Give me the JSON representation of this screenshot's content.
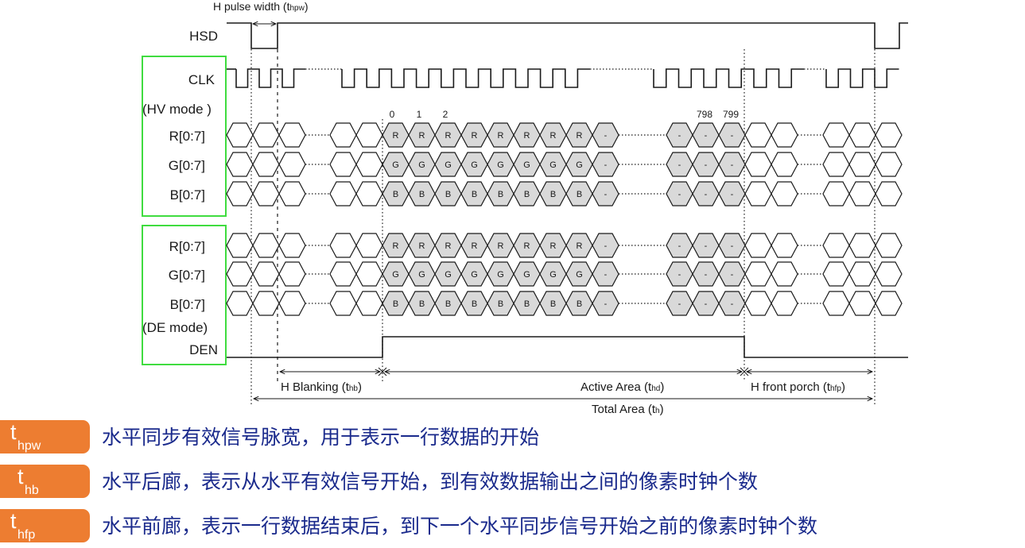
{
  "diagram": {
    "pulse_width_label": "H pulse width (t",
    "pulse_width_sub": "hpw",
    "pulse_width_close": ")",
    "signals": {
      "hsd": "HSD",
      "clk": "CLK",
      "hv_mode": "(HV mode )",
      "de_mode": "(DE mode)",
      "den": "DEN",
      "r": "R[0:7]",
      "g": "G[0:7]",
      "b": "B[0:7]"
    },
    "index_labels": [
      "0",
      "1",
      "2",
      "798",
      "799"
    ],
    "cell_letters": {
      "r": "R",
      "g": "G",
      "b": "B",
      "dash": "-"
    },
    "spans": {
      "blanking": "H Blanking (t",
      "blanking_sub": "hb",
      "blanking_close": ")",
      "active": "Active Area (t",
      "active_sub": "hd",
      "active_close": ")",
      "front": "H front porch (t",
      "front_sub": "hfp",
      "front_close": ")",
      "total": "Total Area (t",
      "total_sub": "h",
      "total_close": ")"
    },
    "colors": {
      "line": "#1a1a1a",
      "cell_fill": "#d9d9d9",
      "box": "#3fdc3f"
    }
  },
  "definitions": [
    {
      "t": "t",
      "sub": "hpw",
      "text": "水平同步有效信号脉宽，用于表示一行数据的开始"
    },
    {
      "t": "t",
      "sub": "hb",
      "text": "水平后廊，表示从水平有效信号开始，到有效数据输出之间的像素时钟个数"
    },
    {
      "t": "t",
      "sub": "hfp",
      "text": "水平前廊，表示一行数据结束后，到下一个水平同步信号开始之前的像素时钟个数"
    }
  ],
  "theme": {
    "tag_color": "#ed7d31",
    "text_color": "#1a2a8c"
  }
}
